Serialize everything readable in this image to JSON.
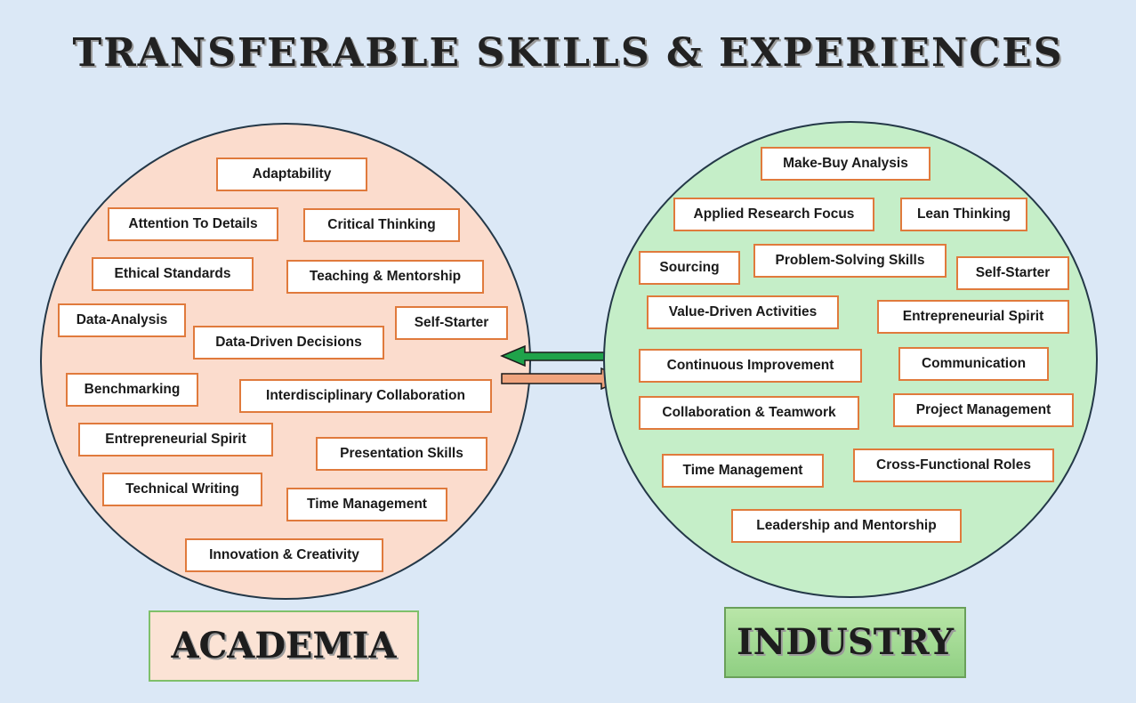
{
  "title": "TRANSFERABLE SKILLS & EXPERIENCES",
  "academia": {
    "label": "ACADEMIA",
    "skills": [
      "Adaptability",
      "Attention To Details",
      "Critical Thinking",
      "Ethical Standards",
      "Teaching & Mentorship",
      "Data-Analysis",
      "Self-Starter",
      "Data-Driven Decisions",
      "Benchmarking",
      "Interdisciplinary Collaboration",
      "Entrepreneurial Spirit",
      "Presentation Skills",
      "Technical Writing",
      "Time Management",
      "Innovation & Creativity"
    ]
  },
  "industry": {
    "label": "INDUSTRY",
    "skills": [
      "Make-Buy Analysis",
      "Applied Research Focus",
      "Lean Thinking",
      "Sourcing",
      "Problem-Solving Skills",
      "Self-Starter",
      "Value-Driven Activities",
      "Entrepreneurial Spirit",
      "Continuous Improvement",
      "Communication",
      "Collaboration & Teamwork",
      "Project Management",
      "Time Management",
      "Cross-Functional Roles",
      "Leadership and Mentorship"
    ]
  },
  "colors": {
    "background": "#dbe8f6",
    "academia_circle": "#fbdccd",
    "industry_circle": "#c5eec8",
    "box_border": "#e07a3c",
    "arrow_left": "#1fa34a",
    "arrow_right": "#f0a47e"
  }
}
